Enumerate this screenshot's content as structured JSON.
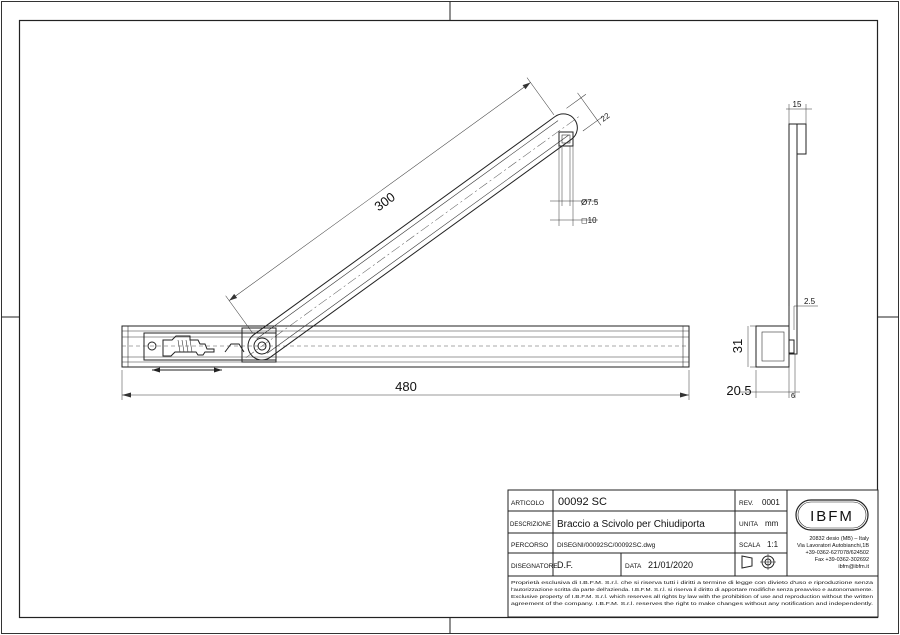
{
  "drawing": {
    "dimensions": {
      "arm_length": "300",
      "arm_width": "22",
      "hole_diameter": "Ø7.5",
      "square_size": "◻10",
      "rail_length": "480",
      "side_height": "31",
      "side_depth": "20.5",
      "side_top_width": "15",
      "side_offset": "2.5",
      "side_base": "6"
    }
  },
  "title_block": {
    "articolo_label": "ARTICOLO",
    "articolo_value": "00092 SC",
    "rev_label": "REV.",
    "rev_value": "0001",
    "descrizione_label": "DESCRIZIONE",
    "descrizione_value": "Braccio a Scivolo per Chiudiporta",
    "unita_label": "UNITA",
    "unita_value": "mm",
    "percorso_label": "PERCORSO",
    "percorso_value": "DISEGNI/00092SC/00092SC.dwg",
    "scala_label": "SCALA",
    "scala_value": "1:1",
    "disegnatore_label": "DISEGNATORE",
    "disegnatore_value": "D.F.",
    "data_label": "DATA",
    "data_value": "21/01/2020",
    "logo_text": "IBFM",
    "address": [
      "20832 desio (MB) – Italy",
      "Via Lavoratori Autobianchi,1B",
      "+39-0362-627078/624502",
      "Fax +39-0362-302692",
      "ibfm@ibfm.it"
    ],
    "disclaimer": [
      "Proprietà esclusiva di I.B.F.M. S.r.l. che si riserva tutti i diritti a termine di legge con divieto d'uso e riproduzione senza",
      "l'autorizzazione scritta da parte dell'azienda. I.B.F.M. S.r.l. si riserva il diritto di apportare modifiche senza preavviso e autonomamente.",
      "Exclusive property of I.B.F.M. S.r.l. which reserves all rights by law with the prohibition of use and reproduction without the written",
      "agreement of the company. I.B.F.M. S.r.l. reserves the right to make changes without any notification and independently."
    ]
  }
}
